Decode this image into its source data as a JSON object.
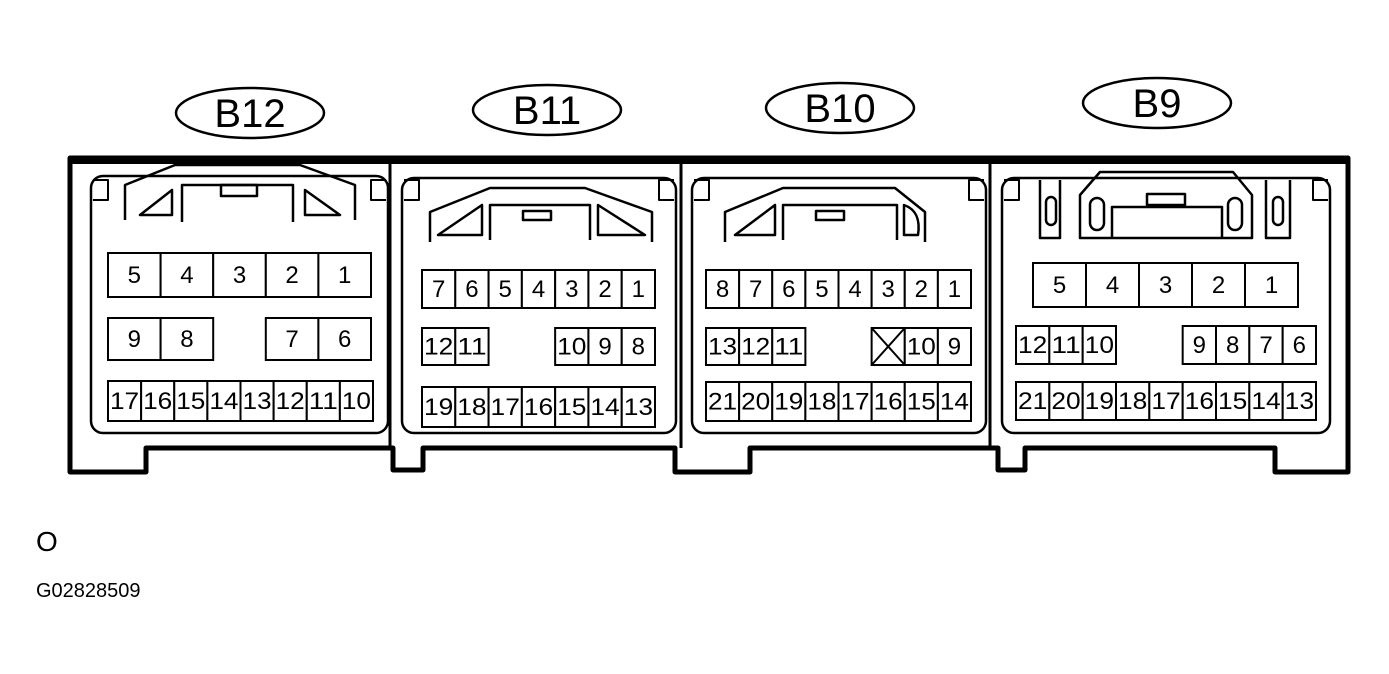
{
  "connectors": [
    {
      "label": "B12",
      "rows": [
        [
          {
            "label": "5"
          },
          {
            "label": "4"
          },
          {
            "label": "3"
          },
          {
            "label": "2"
          },
          {
            "label": "1"
          }
        ],
        [
          {
            "label": "9"
          },
          {
            "label": "8"
          },
          {
            "label": ""
          },
          {
            "label": "7"
          },
          {
            "label": "6"
          }
        ],
        [
          {
            "label": "17"
          },
          {
            "label": "16"
          },
          {
            "label": "15"
          },
          {
            "label": "14"
          },
          {
            "label": "13"
          },
          {
            "label": "12"
          },
          {
            "label": "11"
          },
          {
            "label": "10"
          }
        ]
      ]
    },
    {
      "label": "B11",
      "rows": [
        [
          {
            "label": "7"
          },
          {
            "label": "6"
          },
          {
            "label": "5"
          },
          {
            "label": "4"
          },
          {
            "label": "3"
          },
          {
            "label": "2"
          },
          {
            "label": "1"
          }
        ],
        [
          {
            "label": "12"
          },
          {
            "label": "11"
          },
          {
            "label": ""
          },
          {
            "label": ""
          },
          {
            "label": "10"
          },
          {
            "label": "9"
          },
          {
            "label": "8"
          }
        ],
        [
          {
            "label": "19"
          },
          {
            "label": "18"
          },
          {
            "label": "17"
          },
          {
            "label": "16"
          },
          {
            "label": "15"
          },
          {
            "label": "14"
          },
          {
            "label": "13"
          }
        ]
      ]
    },
    {
      "label": "B10",
      "rows": [
        [
          {
            "label": "8"
          },
          {
            "label": "7"
          },
          {
            "label": "6"
          },
          {
            "label": "5"
          },
          {
            "label": "4"
          },
          {
            "label": "3"
          },
          {
            "label": "2"
          },
          {
            "label": "1"
          }
        ],
        [
          {
            "label": "13"
          },
          {
            "label": "12"
          },
          {
            "label": "11"
          },
          {
            "label": ""
          },
          {
            "label": ""
          },
          {
            "label": "",
            "blocked": true
          },
          {
            "label": "10"
          },
          {
            "label": "9"
          }
        ],
        [
          {
            "label": "21"
          },
          {
            "label": "20"
          },
          {
            "label": "19"
          },
          {
            "label": "18"
          },
          {
            "label": "17"
          },
          {
            "label": "16"
          },
          {
            "label": "15"
          },
          {
            "label": "14"
          }
        ]
      ]
    },
    {
      "label": "B9",
      "rows": [
        [
          {
            "label": "5"
          },
          {
            "label": "4"
          },
          {
            "label": "3"
          },
          {
            "label": "2"
          },
          {
            "label": "1"
          }
        ],
        [
          {
            "label": "12"
          },
          {
            "label": "11"
          },
          {
            "label": "10"
          },
          {
            "label": ""
          },
          {
            "label": ""
          },
          {
            "label": "9"
          },
          {
            "label": "8"
          },
          {
            "label": "7"
          },
          {
            "label": "6"
          }
        ],
        [
          {
            "label": "21"
          },
          {
            "label": "20"
          },
          {
            "label": "19"
          },
          {
            "label": "18"
          },
          {
            "label": "17"
          },
          {
            "label": "16"
          },
          {
            "label": "15"
          },
          {
            "label": "14"
          },
          {
            "label": "13"
          }
        ]
      ]
    }
  ],
  "view_caption": "O",
  "figure_code": "G02828509"
}
